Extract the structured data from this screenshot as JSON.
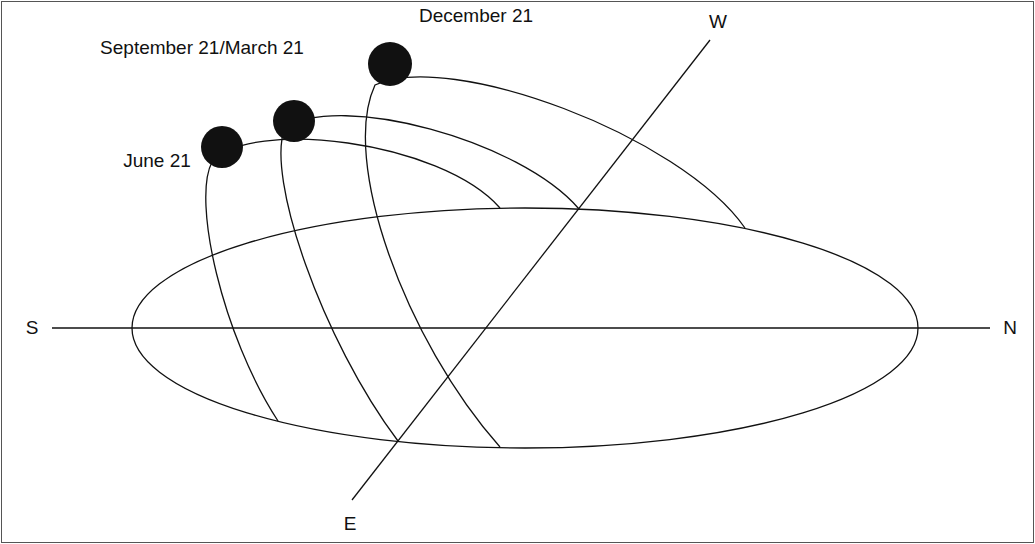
{
  "diagram": {
    "labels": [
      "December 21",
      "September 21/March 21",
      "June 21",
      "W",
      "S",
      "N",
      "E"
    ]
  }
}
